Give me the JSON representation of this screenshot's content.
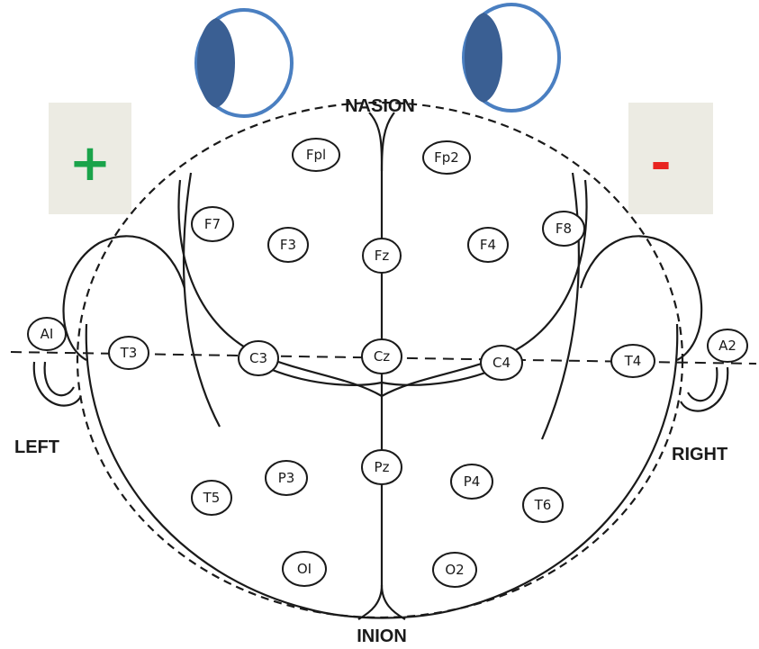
{
  "labels": {
    "top": "NASION",
    "bottom": "INION",
    "left": "LEFT",
    "right": "RIGHT"
  },
  "polarity": {
    "left_sign": "+",
    "right_sign": "-",
    "left_color": "#1aa34a",
    "right_color": "#e8231f",
    "box_color": "#ecebe3"
  },
  "eye_colors": {
    "outline": "#4a7fc1",
    "fill": "#3a5f93"
  },
  "electrodes": {
    "Fp1": "Fpl",
    "Fp2": "Fp2",
    "F7": "F7",
    "F3": "F3",
    "Fz": "Fz",
    "F4": "F4",
    "F8": "F8",
    "A1": "AI",
    "T3": "T3",
    "C3": "C3",
    "Cz": "Cz",
    "C4": "C4",
    "T4": "T4",
    "A2": "A2",
    "T5": "T5",
    "P3": "P3",
    "Pz": "Pz",
    "P4": "P4",
    "T6": "T6",
    "O1": "OI",
    "O2": "O2"
  }
}
